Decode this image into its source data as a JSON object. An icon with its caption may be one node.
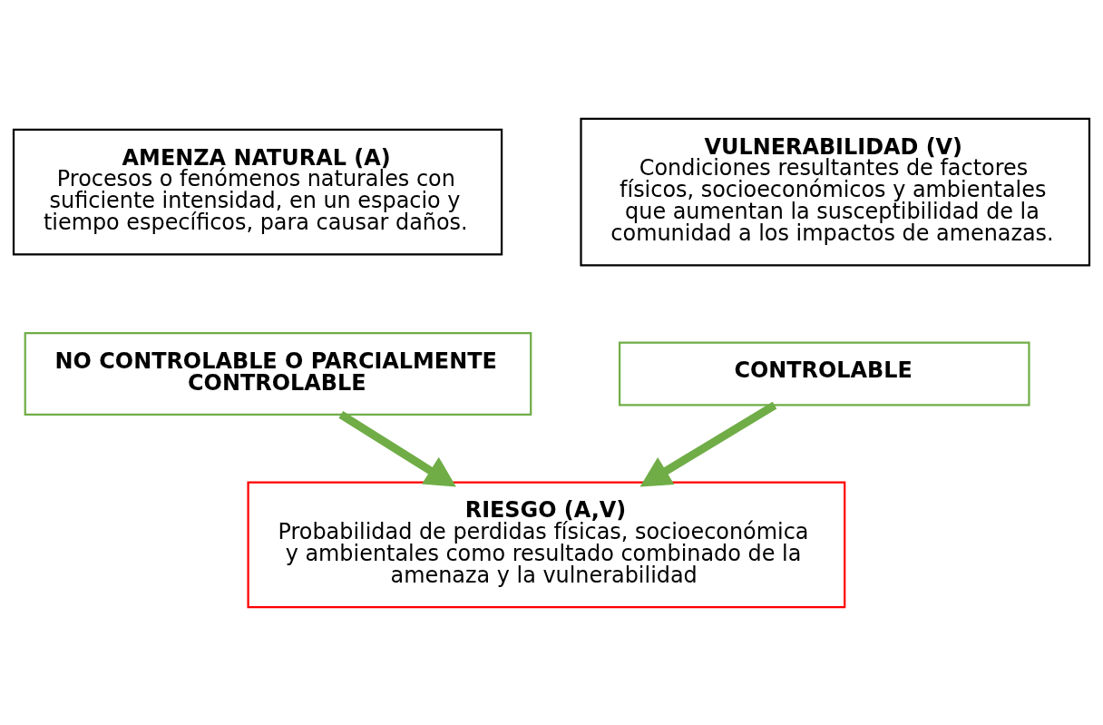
{
  "diagram": {
    "nodes": [
      {
        "text": [
          "AMENZA NATURAL (A)",
          "Procesos o fenómenos naturales con suficiente intensidad, en un espacio y tiempo específicos, para causar daños."
        ]
      },
      {
        "text": [
          "VULNERABILIDAD (V)",
          "Condiciones resultantes de factores físicos, socioeconómicos y ambientales que aumentan la susceptibilidad de la comunidad a los impactos de amenazas."
        ]
      },
      {
        "text": [
          "NO CONTROLABLE O PARCIALMENTE CONTROLABLE"
        ]
      },
      {
        "text": [
          "CONTROLABLE"
        ]
      },
      {
        "text": [
          "RIESGO (A,V)",
          "Probabilidad de perdidas físicas, socioeconómica y ambientales como resultado combinado de la amenaza y la vulnerabilidad"
        ]
      }
    ],
    "edges": [
      {
        "from": 2,
        "to": 4,
        "arrow": "to",
        "color": "#70ad47"
      },
      {
        "from": 3,
        "to": 4,
        "arrow": "to",
        "color": "#70ad47"
      }
    ]
  }
}
